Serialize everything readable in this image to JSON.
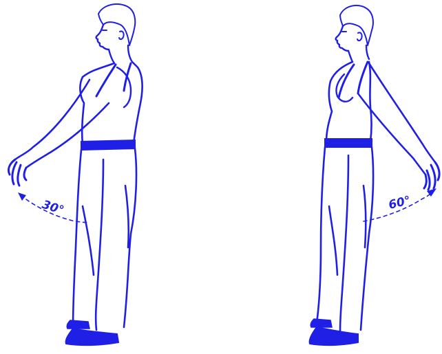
{
  "colors": {
    "ink": "#1f1fe6",
    "background": "#ffffff"
  },
  "figures": [
    {
      "id": "arm-forward-flexion",
      "angle_label": "30°"
    },
    {
      "id": "arm-backward-extension",
      "angle_label": "60°"
    }
  ]
}
